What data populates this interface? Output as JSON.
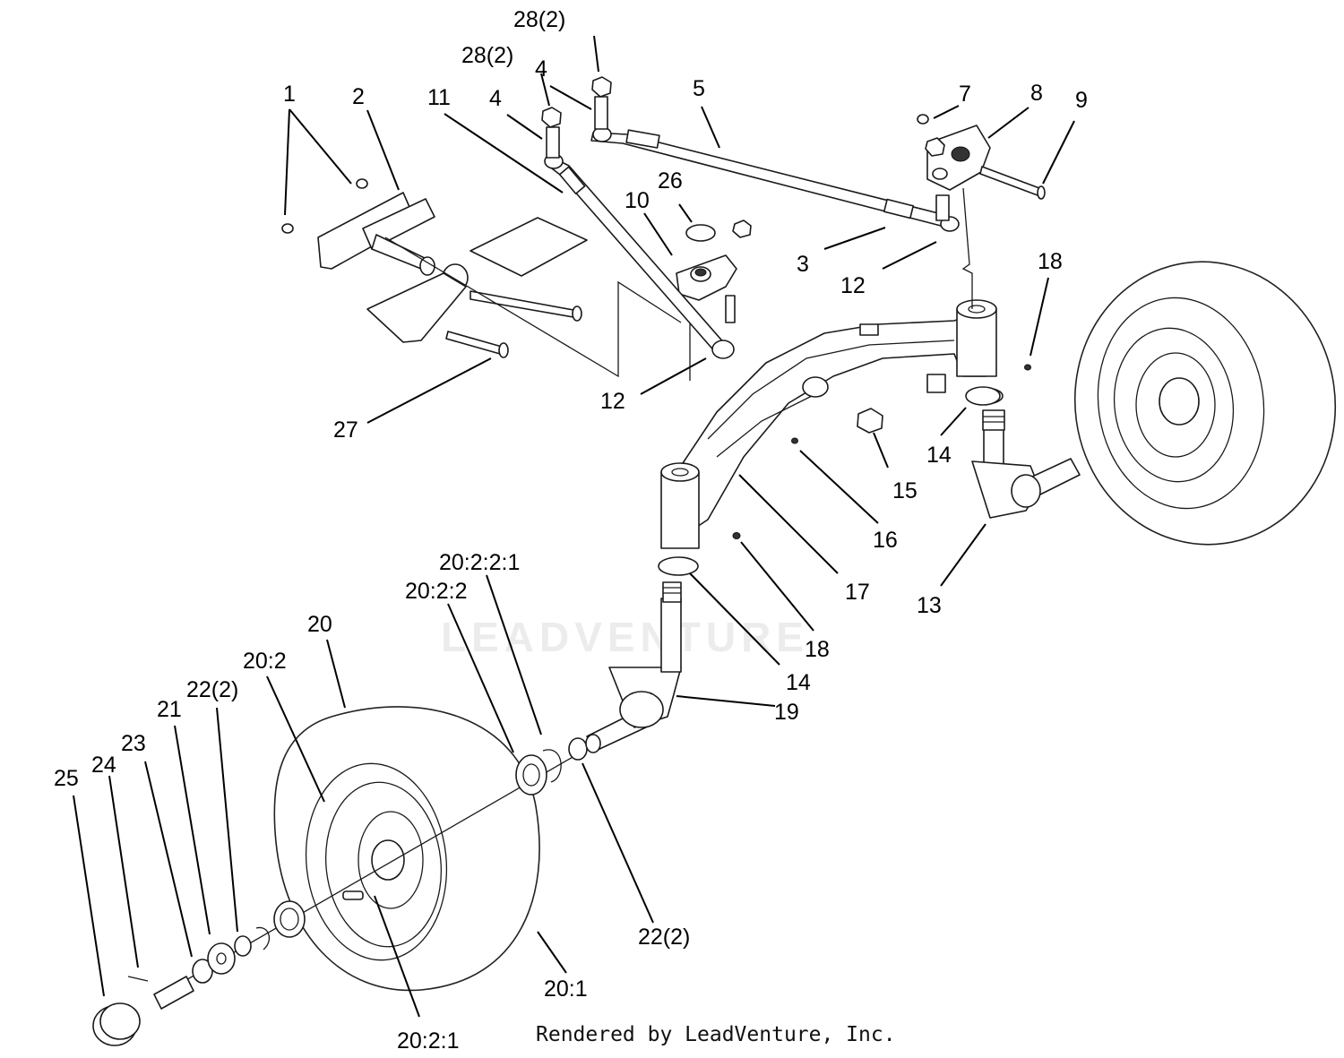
{
  "watermark": "LEADVENTURE",
  "footer": "Rendered by LeadVenture, Inc.",
  "callouts": {
    "c1": "1",
    "c2": "2",
    "c3": "3",
    "c4a": "4",
    "c4b": "4",
    "c5": "5",
    "c7": "7",
    "c8": "8",
    "c9": "9",
    "c10": "10",
    "c11": "11",
    "c12a": "12",
    "c12b": "12",
    "c13": "13",
    "c14a": "14",
    "c14b": "14",
    "c15": "15",
    "c16": "16",
    "c17": "17",
    "c18a": "18",
    "c18b": "18",
    "c19": "19",
    "c20": "20",
    "c20_1": "20:1",
    "c20_2": "20:2",
    "c20_2_1": "20:2:1",
    "c20_2_2": "20:2:2",
    "c20_2_2_1": "20:2:2:1",
    "c21": "21",
    "c22a": "22(2)",
    "c22b": "22(2)",
    "c23": "23",
    "c24": "24",
    "c25": "25",
    "c26": "26",
    "c27": "27",
    "c28a": "28(2)",
    "c28b": "28(2)"
  }
}
